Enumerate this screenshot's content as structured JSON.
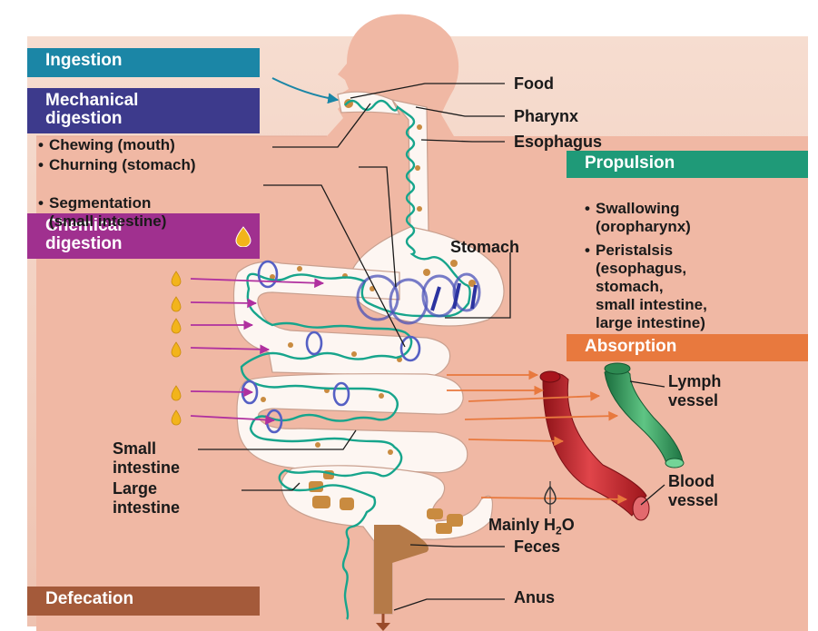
{
  "headers": {
    "ingestion": "Ingestion",
    "mechanical": "Mechanical\ndigestion",
    "chemical": "Chemical\ndigestion",
    "propulsion": "Propulsion",
    "absorption": "Absorption",
    "defecation": "Defecation"
  },
  "mechanical_items": [
    "Chewing (mouth)",
    "Churning (stomach)",
    "Segmentation\n(small intestine)"
  ],
  "propulsion_items": [
    "Swallowing\n(oropharynx)",
    "Peristalsis\n(esophagus,\nstomach,\nsmall intestine,\nlarge intestine)"
  ],
  "labels": {
    "food": "Food",
    "pharynx": "Pharynx",
    "esophagus": "Esophagus",
    "stomach": "Stomach",
    "lymph": "Lymph\nvessel",
    "blood": "Blood\nvessel",
    "small_intestine": "Small\nintestine",
    "large_intestine": "Large\nintestine",
    "mainly_h2o": "Mainly H",
    "h2o_sub": "2",
    "h2o_o": "O",
    "feces": "Feces",
    "anus": "Anus"
  },
  "colors": {
    "background": "#f4d4c6",
    "body": "#f0b8a4",
    "ingestion": "#1b86a6",
    "mechanical": "#3d3a8c",
    "chemical": "#a0308f",
    "propulsion": "#1f9a78",
    "absorption": "#e8793e",
    "defecation": "#a45a3a",
    "tract": "#ffffff",
    "lining": "#17a58c",
    "enzyme": "#f2b41b",
    "blood_vessel": "#c4242c",
    "lymph_vessel": "#2e9a58",
    "feces": "#a86a35"
  },
  "icons": [
    "enzyme-drop-icon",
    "churning-arrow-icon",
    "water-drop-icon",
    "excretion-arrow-icon"
  ]
}
